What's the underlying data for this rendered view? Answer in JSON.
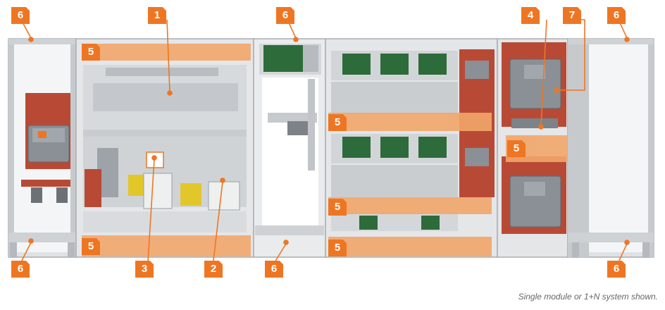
{
  "callouts": [
    {
      "id": "1",
      "label": "1"
    },
    {
      "id": "2",
      "label": "2"
    },
    {
      "id": "3",
      "label": "3"
    },
    {
      "id": "4",
      "label": "4"
    },
    {
      "id": "5",
      "label": "5"
    },
    {
      "id": "6",
      "label": "6"
    },
    {
      "id": "7",
      "label": "7"
    }
  ],
  "caption": "Single module or 1+N system shown.",
  "colors": {
    "callout": "#ee7623",
    "bar_orange": "#f2a66a",
    "frame": "#c9cccf",
    "panel": "#e4e6e8",
    "breaker": "#8a9096",
    "busbar_red": "#b84a35",
    "pcb_green": "#2e6b3a",
    "yellow": "#e2c72b"
  }
}
